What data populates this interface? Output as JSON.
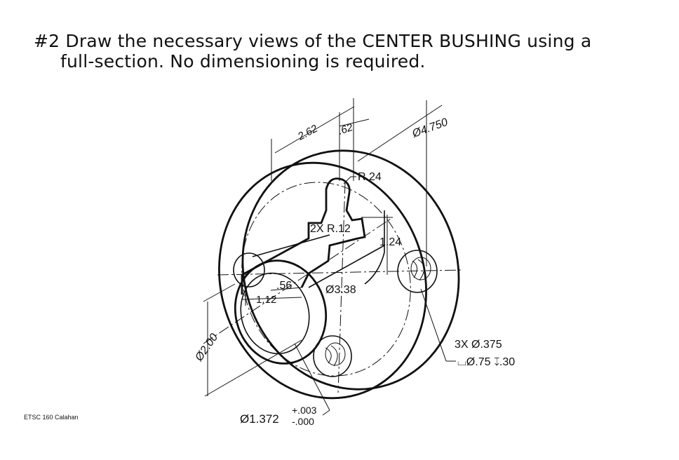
{
  "header": {
    "line1": "#2 Draw the necessary views of the CENTER BUSHING using a",
    "line2": "full-section.  No dimensioning is required."
  },
  "footer": {
    "text": "ETSC 160 Calahan"
  },
  "drawing": {
    "dims": {
      "d262": "2.62",
      "d162": ".62",
      "d4750": "Ø4.750",
      "r24": "R.24",
      "r12": "2X R.12",
      "d124": "1.24",
      "d56": ".56",
      "d112": "1.12",
      "d338": "Ø3.38",
      "d200": "Ø2.00",
      "holes": "3X Ø.375",
      "cbore": "⌴Ø.75 ↧.30",
      "bore_main": "Ø1.372",
      "tol_plus": "+.003",
      "tol_minus": "-.000"
    }
  }
}
